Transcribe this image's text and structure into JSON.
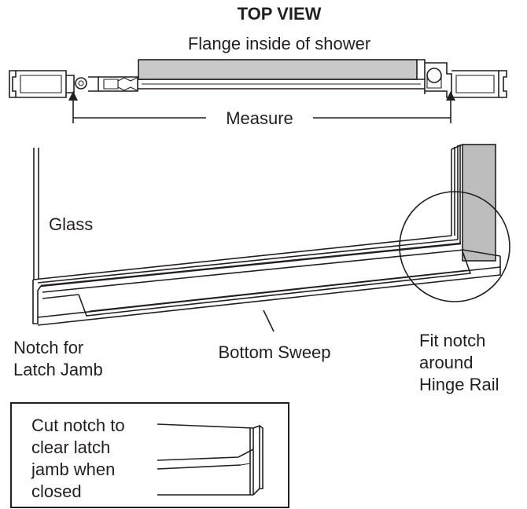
{
  "top_view": {
    "title": "TOP VIEW",
    "subtitle": "Flange inside of shower",
    "measure_label": "Measure"
  },
  "side_view": {
    "glass_label": "Glass",
    "notch_label_line1": "Notch for",
    "notch_label_line2": "Latch Jamb",
    "sweep_label": "Bottom Sweep",
    "fit_label_line1": "Fit notch",
    "fit_label_line2": "around",
    "fit_label_line3": "Hinge Rail"
  },
  "inset": {
    "line1": "Cut notch to",
    "line2": "clear latch",
    "line3": "jamb when",
    "line4": "closed"
  },
  "colors": {
    "ink": "#231f20",
    "flange_fill": "#c9c9c9",
    "hinge_fill": "#bdbdbd"
  }
}
